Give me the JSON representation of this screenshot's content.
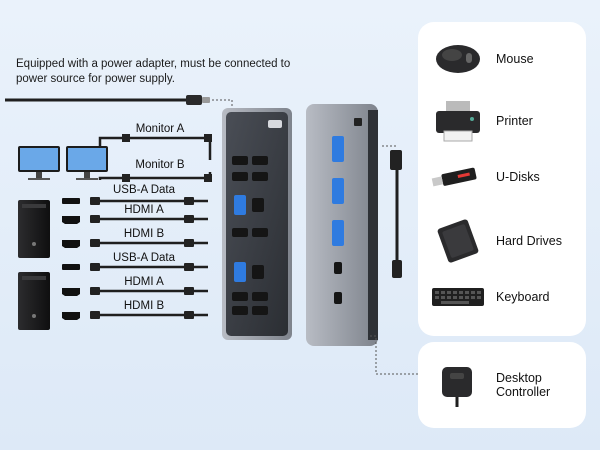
{
  "note": "Equipped with a power adapter, must be connected to power source for power supply.",
  "cables": {
    "monitor_a": "Monitor A",
    "monitor_b": "Monitor B",
    "usb_a_data_1": "USB-A Data",
    "hdmi_a_1": "HDMI A",
    "hdmi_b_1": "HDMI B",
    "usb_a_data_2": "USB-A Data",
    "hdmi_a_2": "HDMI A",
    "hdmi_b_2": "HDMI B"
  },
  "devices": [
    {
      "name": "Mouse",
      "icon": "mouse-icon"
    },
    {
      "name": "Printer",
      "icon": "printer-icon"
    },
    {
      "name": "U-Disks",
      "icon": "usb-drive-icon"
    },
    {
      "name": "Hard Drives",
      "icon": "hard-drive-icon"
    },
    {
      "name": "Keyboard",
      "icon": "keyboard-icon"
    }
  ],
  "controller": {
    "name": "Desktop\nController",
    "icon": "desktop-controller-icon"
  },
  "colors": {
    "background": "#e3edf9",
    "card": "#ffffff",
    "hub_top": "#9ea3ad",
    "hub_face": "#3a3d44",
    "cable": "#1f1f1f",
    "usb_port": "#2f7be0"
  }
}
